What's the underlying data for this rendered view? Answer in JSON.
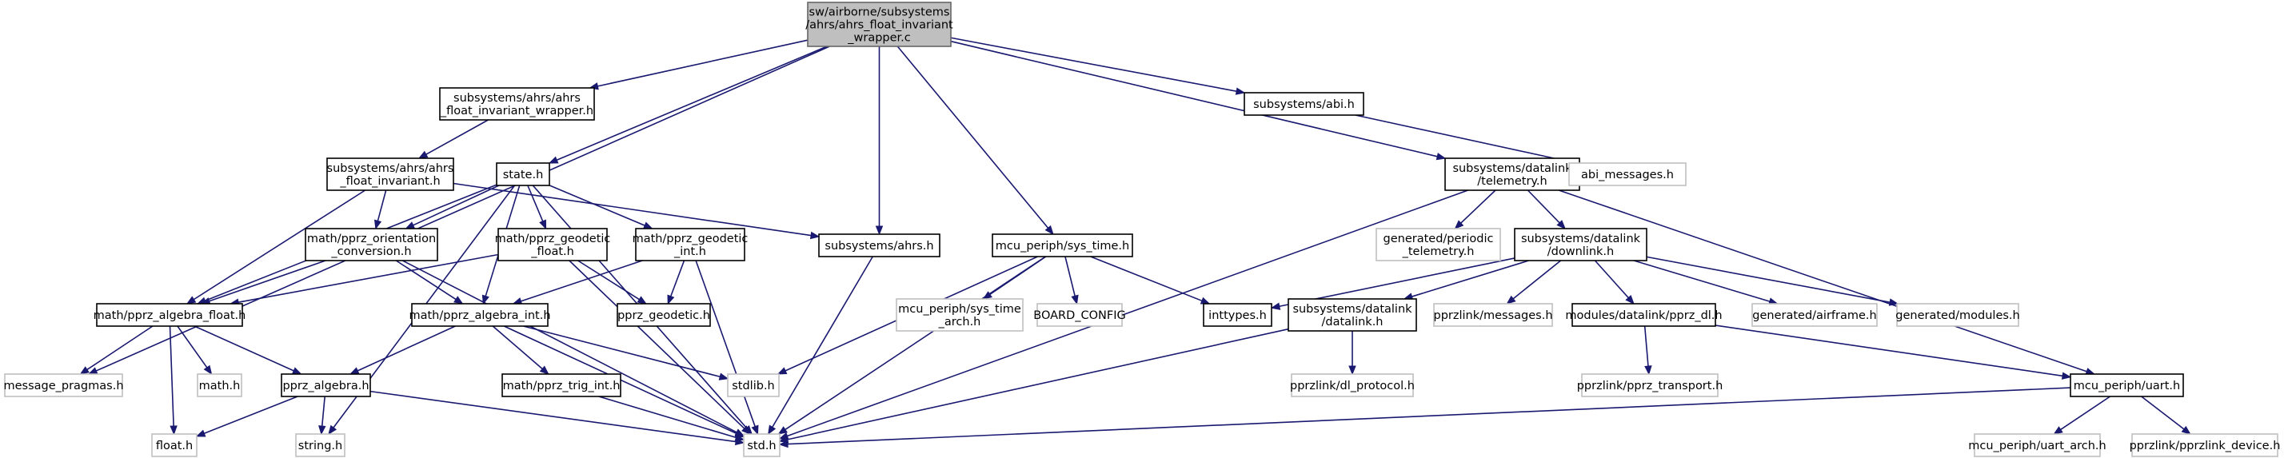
{
  "nodes": [
    {
      "id": "root",
      "lines": [
        "sw/airborne/subsystems",
        "/ahrs/ahrs_float_invariant",
        "_wrapper.c"
      ],
      "kind": "root"
    },
    {
      "id": "wrapper_h",
      "lines": [
        "subsystems/ahrs/ahrs",
        "_float_invariant_wrapper.h"
      ],
      "kind": "normal"
    },
    {
      "id": "abi_h",
      "lines": [
        "subsystems/abi.h"
      ],
      "kind": "normal"
    },
    {
      "id": "telemetry_h",
      "lines": [
        "subsystems/datalink",
        "/telemetry.h"
      ],
      "kind": "normal"
    },
    {
      "id": "abi_messages_h",
      "lines": [
        "abi_messages.h"
      ],
      "kind": "external"
    },
    {
      "id": "afi_h",
      "lines": [
        "subsystems/ahrs/ahrs",
        "_float_invariant.h"
      ],
      "kind": "normal"
    },
    {
      "id": "state_h",
      "lines": [
        "state.h"
      ],
      "kind": "normal"
    },
    {
      "id": "ahrs_h",
      "lines": [
        "subsystems/ahrs.h"
      ],
      "kind": "normal"
    },
    {
      "id": "sys_time_h",
      "lines": [
        "mcu_periph/sys_time.h"
      ],
      "kind": "normal"
    },
    {
      "id": "periodic_tel_h",
      "lines": [
        "generated/periodic",
        "_telemetry.h"
      ],
      "kind": "external"
    },
    {
      "id": "downlink_h",
      "lines": [
        "subsystems/datalink",
        "/downlink.h"
      ],
      "kind": "normal"
    },
    {
      "id": "orient_conv_h",
      "lines": [
        "math/pprz_orientation",
        "_conversion.h"
      ],
      "kind": "normal"
    },
    {
      "id": "geodetic_float_h",
      "lines": [
        "math/pprz_geodetic",
        "_float.h"
      ],
      "kind": "normal"
    },
    {
      "id": "geodetic_int_h",
      "lines": [
        "math/pprz_geodetic",
        "_int.h"
      ],
      "kind": "normal"
    },
    {
      "id": "sys_time_arch_h",
      "lines": [
        "mcu_periph/sys_time",
        "_arch.h"
      ],
      "kind": "external"
    },
    {
      "id": "board_config",
      "lines": [
        "BOARD_CONFIG"
      ],
      "kind": "external"
    },
    {
      "id": "inttypes_h",
      "lines": [
        "inttypes.h"
      ],
      "kind": "normal"
    },
    {
      "id": "messages_h",
      "lines": [
        "pprzlink/messages.h"
      ],
      "kind": "external"
    },
    {
      "id": "pprz_dl_h",
      "lines": [
        "modules/datalink/pprz_dl.h"
      ],
      "kind": "normal"
    },
    {
      "id": "airframe_h",
      "lines": [
        "generated/airframe.h"
      ],
      "kind": "external"
    },
    {
      "id": "modules_h",
      "lines": [
        "generated/modules.h"
      ],
      "kind": "external"
    },
    {
      "id": "algebra_float_h",
      "lines": [
        "math/pprz_algebra_float.h"
      ],
      "kind": "normal"
    },
    {
      "id": "pprz_geodetic_h",
      "lines": [
        "pprz_geodetic.h"
      ],
      "kind": "normal"
    },
    {
      "id": "algebra_int_h",
      "lines": [
        "math/pprz_algebra_int.h"
      ],
      "kind": "normal"
    },
    {
      "id": "datalink_h",
      "lines": [
        "subsystems/datalink",
        "/datalink.h"
      ],
      "kind": "normal"
    },
    {
      "id": "message_pragmas_h",
      "lines": [
        "message_pragmas.h"
      ],
      "kind": "external"
    },
    {
      "id": "math_h",
      "lines": [
        "math.h"
      ],
      "kind": "external"
    },
    {
      "id": "pprz_algebra_h",
      "lines": [
        "pprz_algebra.h"
      ],
      "kind": "normal"
    },
    {
      "id": "trig_int_h",
      "lines": [
        "math/pprz_trig_int.h"
      ],
      "kind": "normal"
    },
    {
      "id": "stdlib_h",
      "lines": [
        "stdlib.h"
      ],
      "kind": "external"
    },
    {
      "id": "dl_protocol_h",
      "lines": [
        "pprzlink/dl_protocol.h"
      ],
      "kind": "external"
    },
    {
      "id": "pprz_transport_h",
      "lines": [
        "pprzlink/pprz_transport.h"
      ],
      "kind": "external"
    },
    {
      "id": "uart_h",
      "lines": [
        "mcu_periph/uart.h"
      ],
      "kind": "normal"
    },
    {
      "id": "float_h",
      "lines": [
        "float.h"
      ],
      "kind": "external"
    },
    {
      "id": "string_h",
      "lines": [
        "string.h"
      ],
      "kind": "external"
    },
    {
      "id": "std_h",
      "lines": [
        "std.h"
      ],
      "kind": "external"
    },
    {
      "id": "uart_arch_h",
      "lines": [
        "mcu_periph/uart_arch.h"
      ],
      "kind": "external"
    },
    {
      "id": "pprzlink_device_h",
      "lines": [
        "pprzlink/pprzlink_device.h"
      ],
      "kind": "external"
    }
  ],
  "edges": [
    [
      "root",
      "wrapper_h"
    ],
    [
      "root",
      "abi_h"
    ],
    [
      "root",
      "telemetry_h"
    ],
    [
      "root",
      "state_h"
    ],
    [
      "root",
      "ahrs_h"
    ],
    [
      "root",
      "sys_time_h"
    ],
    [
      "root",
      "message_pragmas_h"
    ],
    [
      "wrapper_h",
      "afi_h"
    ],
    [
      "abi_h",
      "abi_messages_h"
    ],
    [
      "telemetry_h",
      "periodic_tel_h"
    ],
    [
      "telemetry_h",
      "downlink_h"
    ],
    [
      "telemetry_h",
      "uart_h"
    ],
    [
      "telemetry_h",
      "std_h"
    ],
    [
      "afi_h",
      "algebra_float_h"
    ],
    [
      "afi_h",
      "orient_conv_h"
    ],
    [
      "afi_h",
      "ahrs_h"
    ],
    [
      "state_h",
      "algebra_float_h"
    ],
    [
      "state_h",
      "orient_conv_h"
    ],
    [
      "state_h",
      "geodetic_float_h"
    ],
    [
      "state_h",
      "geodetic_int_h"
    ],
    [
      "state_h",
      "algebra_int_h"
    ],
    [
      "state_h",
      "string_h"
    ],
    [
      "state_h",
      "std_h"
    ],
    [
      "ahrs_h",
      "std_h"
    ],
    [
      "sys_time_h",
      "sys_time_arch_h"
    ],
    [
      "sys_time_h",
      "board_config"
    ],
    [
      "sys_time_h",
      "inttypes_h"
    ],
    [
      "sys_time_h",
      "stdlib_h"
    ],
    [
      "sys_time_h",
      "std_h"
    ],
    [
      "downlink_h",
      "inttypes_h"
    ],
    [
      "downlink_h",
      "messages_h"
    ],
    [
      "downlink_h",
      "datalink_h"
    ],
    [
      "downlink_h",
      "pprz_dl_h"
    ],
    [
      "downlink_h",
      "airframe_h"
    ],
    [
      "downlink_h",
      "modules_h"
    ],
    [
      "orient_conv_h",
      "algebra_float_h"
    ],
    [
      "orient_conv_h",
      "algebra_int_h"
    ],
    [
      "orient_conv_h",
      "std_h"
    ],
    [
      "geodetic_float_h",
      "algebra_float_h"
    ],
    [
      "geodetic_float_h",
      "pprz_geodetic_h"
    ],
    [
      "geodetic_float_h",
      "std_h"
    ],
    [
      "geodetic_int_h",
      "algebra_int_h"
    ],
    [
      "geodetic_int_h",
      "pprz_geodetic_h"
    ],
    [
      "geodetic_int_h",
      "std_h"
    ],
    [
      "algebra_float_h",
      "message_pragmas_h"
    ],
    [
      "algebra_float_h",
      "math_h"
    ],
    [
      "algebra_float_h",
      "pprz_algebra_h"
    ],
    [
      "algebra_float_h",
      "float_h"
    ],
    [
      "algebra_int_h",
      "pprz_algebra_h"
    ],
    [
      "algebra_int_h",
      "trig_int_h"
    ],
    [
      "algebra_int_h",
      "stdlib_h"
    ],
    [
      "algebra_int_h",
      "std_h"
    ],
    [
      "pprz_algebra_h",
      "float_h"
    ],
    [
      "pprz_algebra_h",
      "string_h"
    ],
    [
      "pprz_algebra_h",
      "std_h"
    ],
    [
      "trig_int_h",
      "std_h"
    ],
    [
      "datalink_h",
      "dl_protocol_h"
    ],
    [
      "datalink_h",
      "std_h"
    ],
    [
      "pprz_dl_h",
      "pprz_transport_h"
    ],
    [
      "pprz_dl_h",
      "uart_h"
    ],
    [
      "uart_h",
      "std_h"
    ],
    [
      "uart_h",
      "uart_arch_h"
    ],
    [
      "uart_h",
      "pprzlink_device_h"
    ]
  ],
  "colors": {
    "edge": "#191970",
    "normal_border": "#000000",
    "normal_fill": "#ffffff",
    "root_border": "#666666",
    "root_fill": "#bfbfbf",
    "external_border": "#bfbfbf",
    "external_fill": "#ffffff",
    "text": "#000000"
  }
}
